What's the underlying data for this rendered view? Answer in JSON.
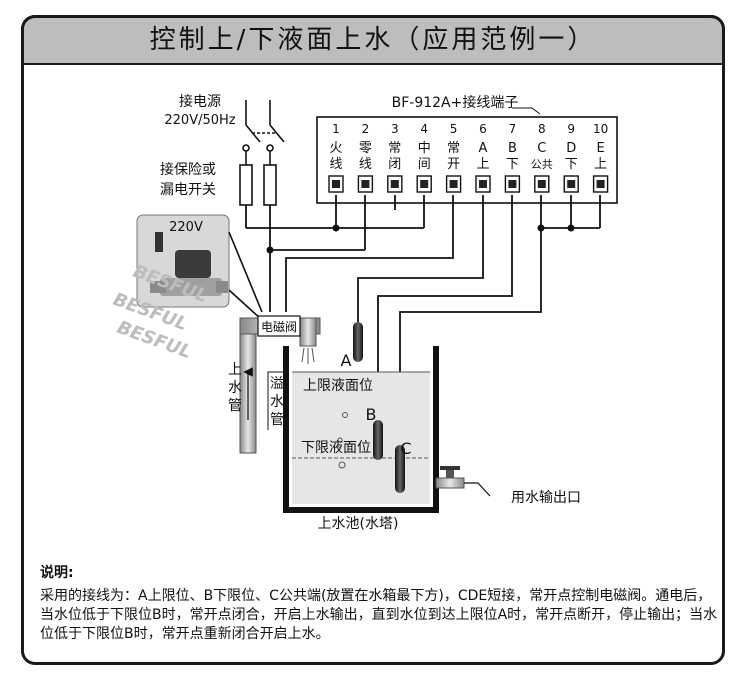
{
  "title": "控制上/下液面上水（应用范例一）",
  "power": {
    "label1": "接电源",
    "label2": "220V/50Hz"
  },
  "fuse": {
    "label1": "接保险或",
    "label2": "漏电开关"
  },
  "terminal_block": {
    "model": "BF-912A+接线端子",
    "terminals": [
      {
        "num": "1",
        "c1": "火",
        "c2": "线"
      },
      {
        "num": "2",
        "c1": "零",
        "c2": "线"
      },
      {
        "num": "3",
        "c1": "常",
        "c2": "闭"
      },
      {
        "num": "4",
        "c1": "中",
        "c2": "间"
      },
      {
        "num": "5",
        "c1": "常",
        "c2": "开"
      },
      {
        "num": "6",
        "c1": "A",
        "c2": "上"
      },
      {
        "num": "7",
        "c1": "B",
        "c2": "下"
      },
      {
        "num": "8",
        "c1": "C",
        "c2": "公共"
      },
      {
        "num": "9",
        "c1": "D",
        "c2": "下"
      },
      {
        "num": "10",
        "c1": "E",
        "c2": "上"
      }
    ]
  },
  "valve": {
    "voltage": "220V",
    "label": "电磁阀",
    "watermark": "BESFUL"
  },
  "pipes": {
    "inlet": [
      "上",
      "水",
      "管"
    ],
    "overflow": [
      "溢",
      "水",
      "管"
    ]
  },
  "tank": {
    "upper_level": "上限液面位",
    "lower_level": "下限液面位",
    "name": "上水池(水塔)",
    "outlet": "用水输出口",
    "probes": [
      "A",
      "B",
      "C"
    ]
  },
  "description": {
    "heading": "说明:",
    "text": "采用的接线为：A上限位、B下限位、C公共端(放置在水箱最下方)，CDE短接，常开点控制电磁阀。通电后，当水位低于下限位B时，常开点闭合，开启上水输出，直到水位到达上限位A时，常开点断开，停止输出；当水位低于下限位B时，常开点重新闭合开启上水。"
  }
}
